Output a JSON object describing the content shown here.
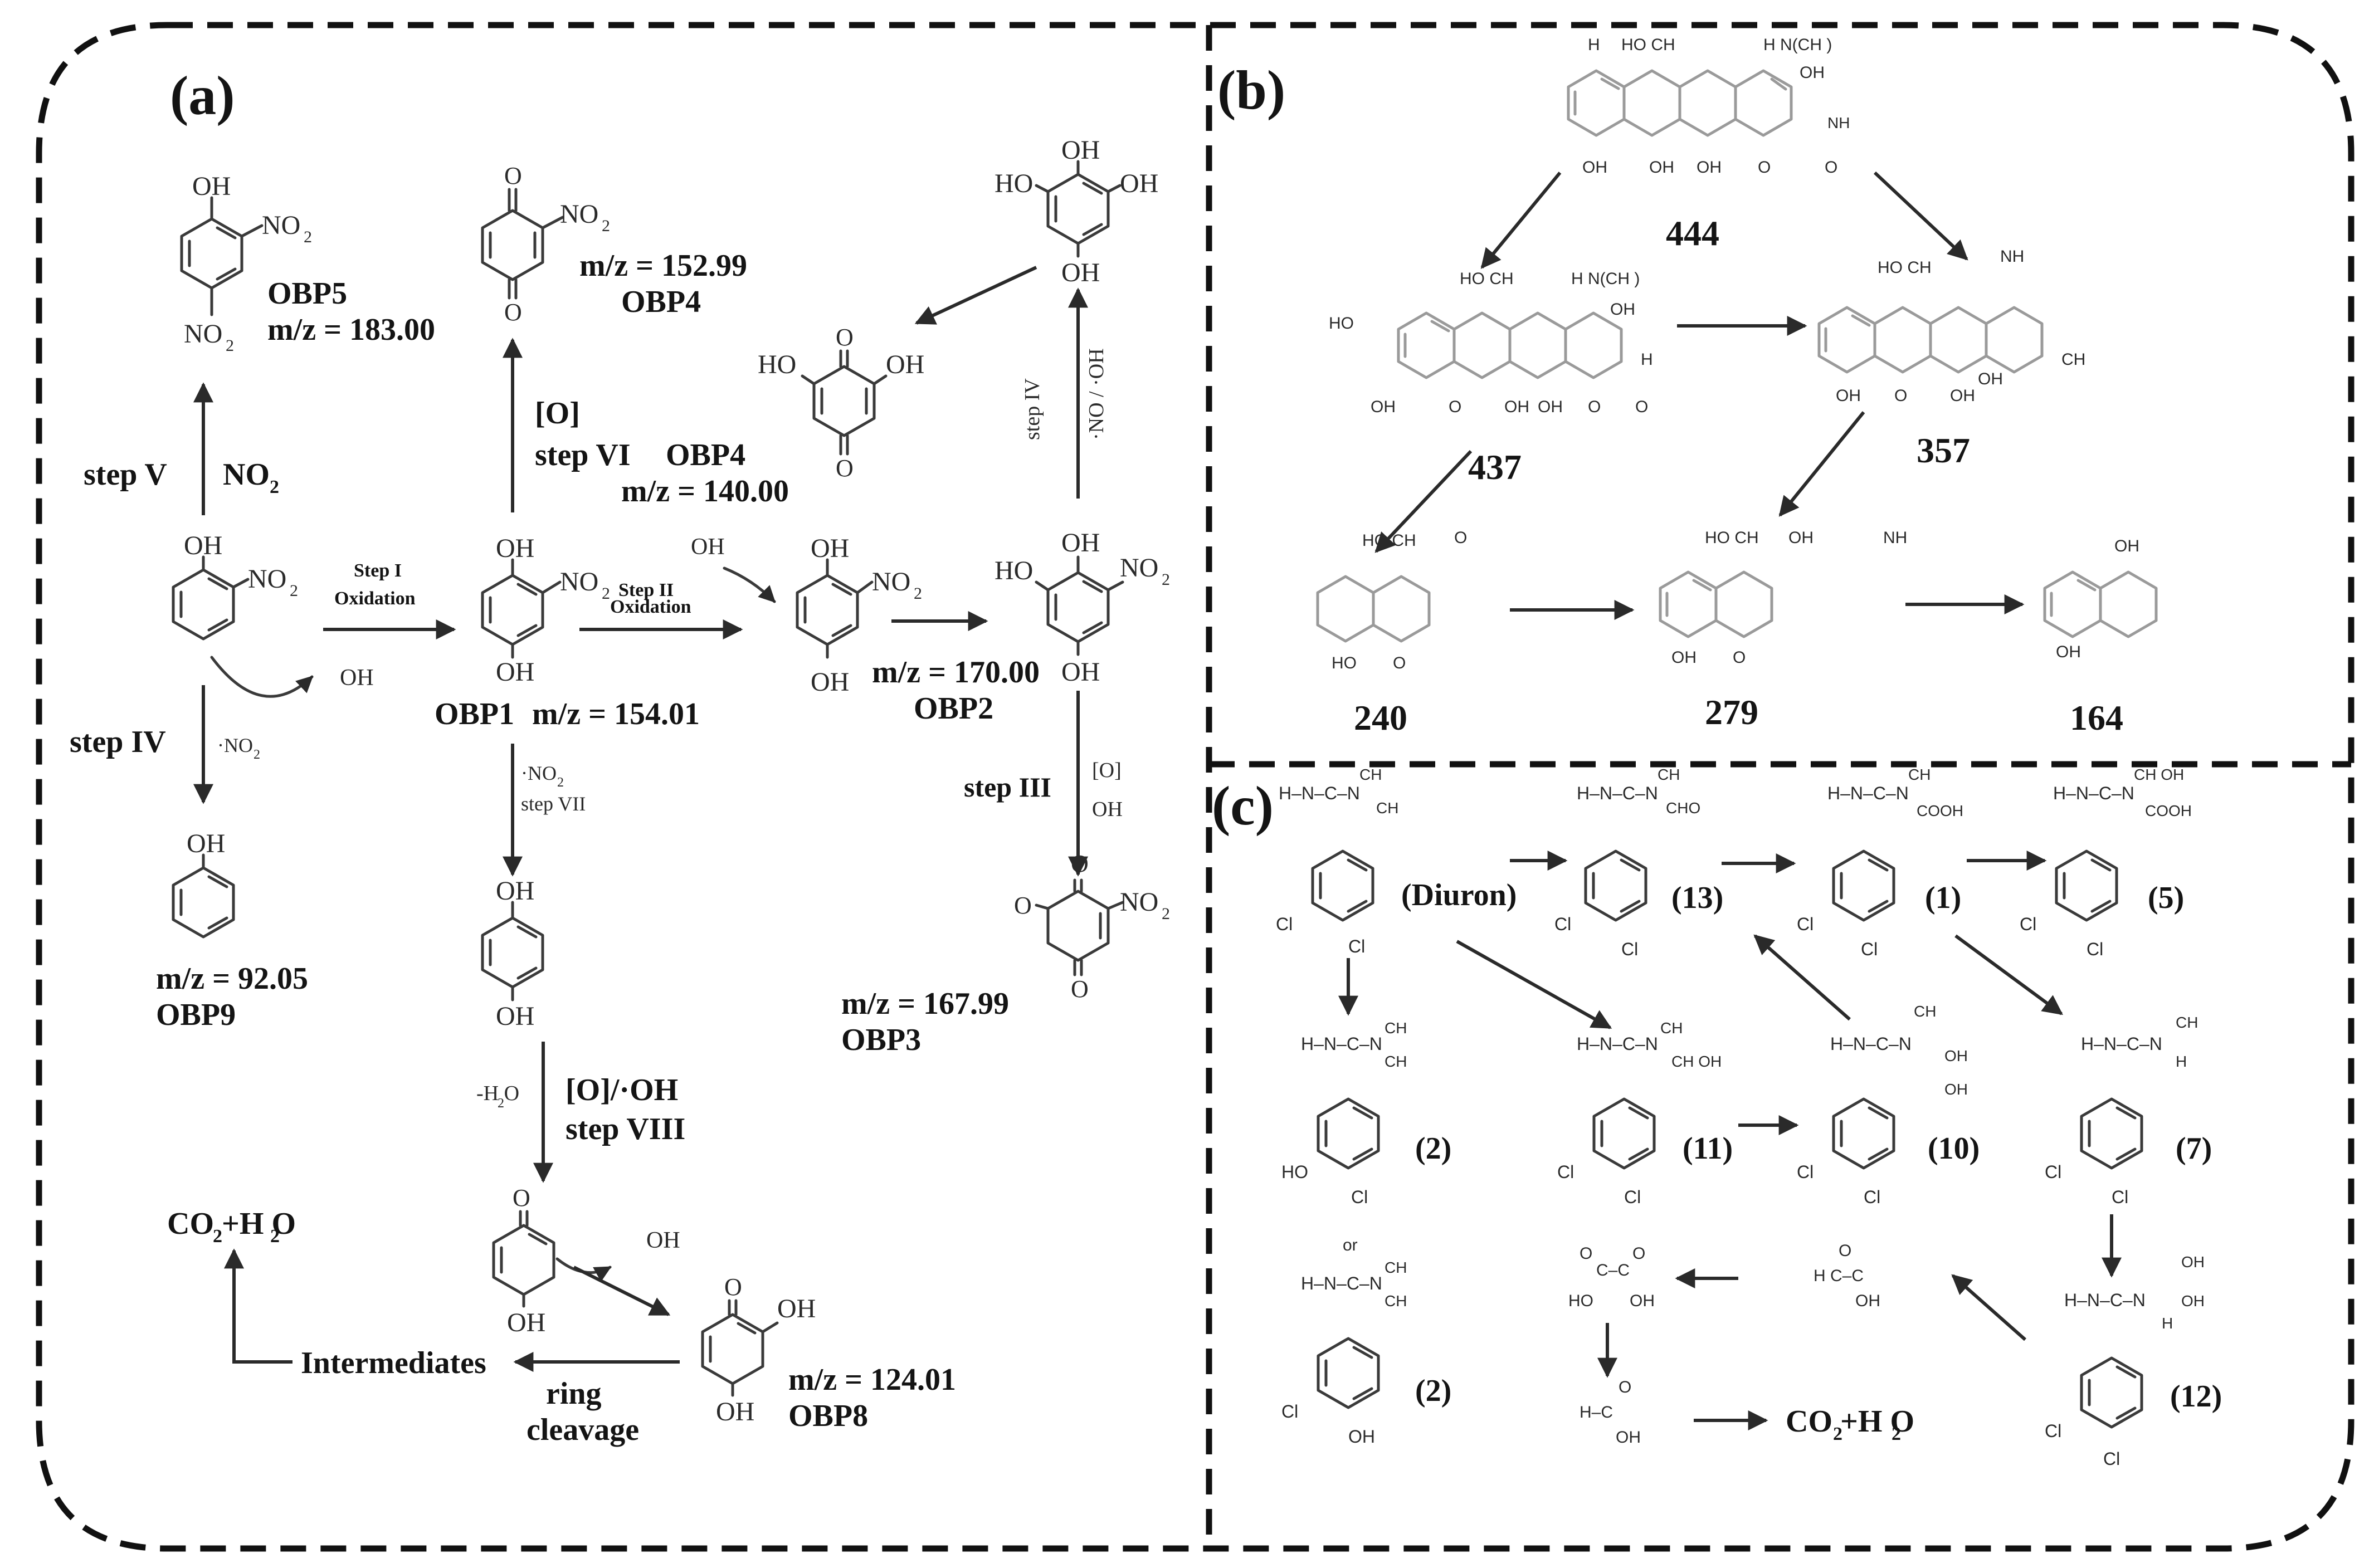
{
  "panels": {
    "a": {
      "label": "(a)",
      "obp5": {
        "name": "OBP5",
        "mz": "m/z = 183.00"
      },
      "obp4_top": {
        "mz": "m/z = 152.99",
        "name": "OBP4"
      },
      "step_v": "step V",
      "no2": "NO",
      "no2_sub": "2",
      "o_bracket": "[O]",
      "step_vi": "step VI",
      "obp4_mid": {
        "name": "OBP4",
        "mz": "m/z = 140.00"
      },
      "step_i": "Step I",
      "oxidation1": "Oxidation",
      "step_ii": "Step II",
      "oxidation2": "Oxidation",
      "oh_radical": "OH",
      "obp1": {
        "name": "OBP1",
        "mz": "m/z = 154.01"
      },
      "obp2": {
        "mz": "m/z = 170.00",
        "name": "OBP2"
      },
      "step_iv_left": "step IV",
      "no2_small": "·NO",
      "step_vii": "step VII",
      "step_iv_right": "step IV",
      "no2_oh": "·NO  / ·OH",
      "step_iii": "step III",
      "o_oh": [
        "[O]",
        "OH"
      ],
      "obp9": {
        "mz": "m/z = 92.05",
        "name": "OBP9"
      },
      "obp3": {
        "mz": "m/z = 167.99",
        "name": "OBP3"
      },
      "h2o_minus": "-H O",
      "o_oh_radical": "[O]/·OH",
      "step_viii": "step VIII",
      "co2_h2o": "CO +H O",
      "intermediates": "Intermediates",
      "ring": "ring",
      "cleavage": "cleavage",
      "obp8": {
        "mz": "m/z = 124.01",
        "name": "OBP8"
      }
    },
    "b": {
      "label": "(b)",
      "masses": [
        "444",
        "437",
        "357",
        "240",
        "279",
        "164"
      ]
    },
    "c": {
      "label": "(c)",
      "diuron": "(Diuron)",
      "compounds": [
        "(13)",
        "(1)",
        "(5)",
        "(2)",
        "(11)",
        "(10)",
        "(7)",
        "(2)",
        "(12)"
      ],
      "or": "or",
      "co2_h2o": "CO +H O"
    }
  },
  "icons": [
    "arrow-icon",
    "benzene-ring-icon"
  ],
  "colors": {
    "ink": "#141414",
    "dash": "#111111",
    "faint_structure": "#9a9a9a"
  }
}
